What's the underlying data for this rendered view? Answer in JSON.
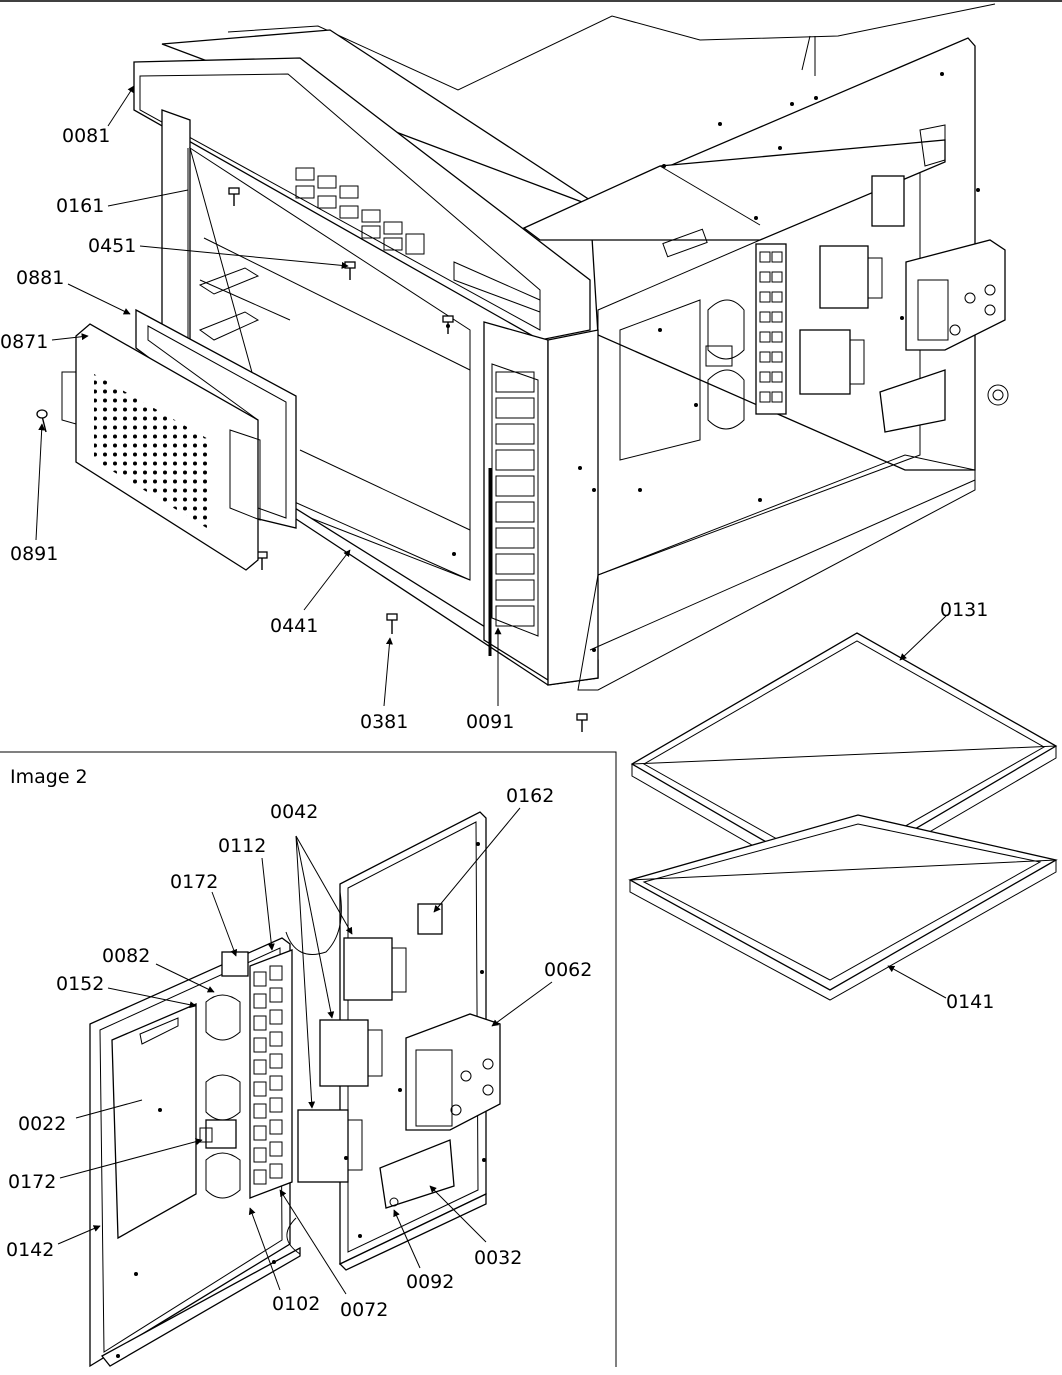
{
  "labels_main": {
    "p0081": "0081",
    "p0161": "0161",
    "p0451": "0451",
    "p0881": "0881",
    "p0871": "0871",
    "p0891": "0891",
    "p0441": "0441",
    "p0381": "0381",
    "p0091": "0091",
    "p0131": "0131",
    "p0141": "0141"
  },
  "inset": {
    "title": "Image 2",
    "labels": {
      "p0042": "0042",
      "p0162": "0162",
      "p0112": "0112",
      "p0172a": "0172",
      "p0082": "0082",
      "p0152": "0152",
      "p0062": "0062",
      "p0022": "0022",
      "p0172b": "0172",
      "p0142": "0142",
      "p0102": "0102",
      "p0072": "0072",
      "p0092": "0092",
      "p0032": "0032"
    }
  }
}
